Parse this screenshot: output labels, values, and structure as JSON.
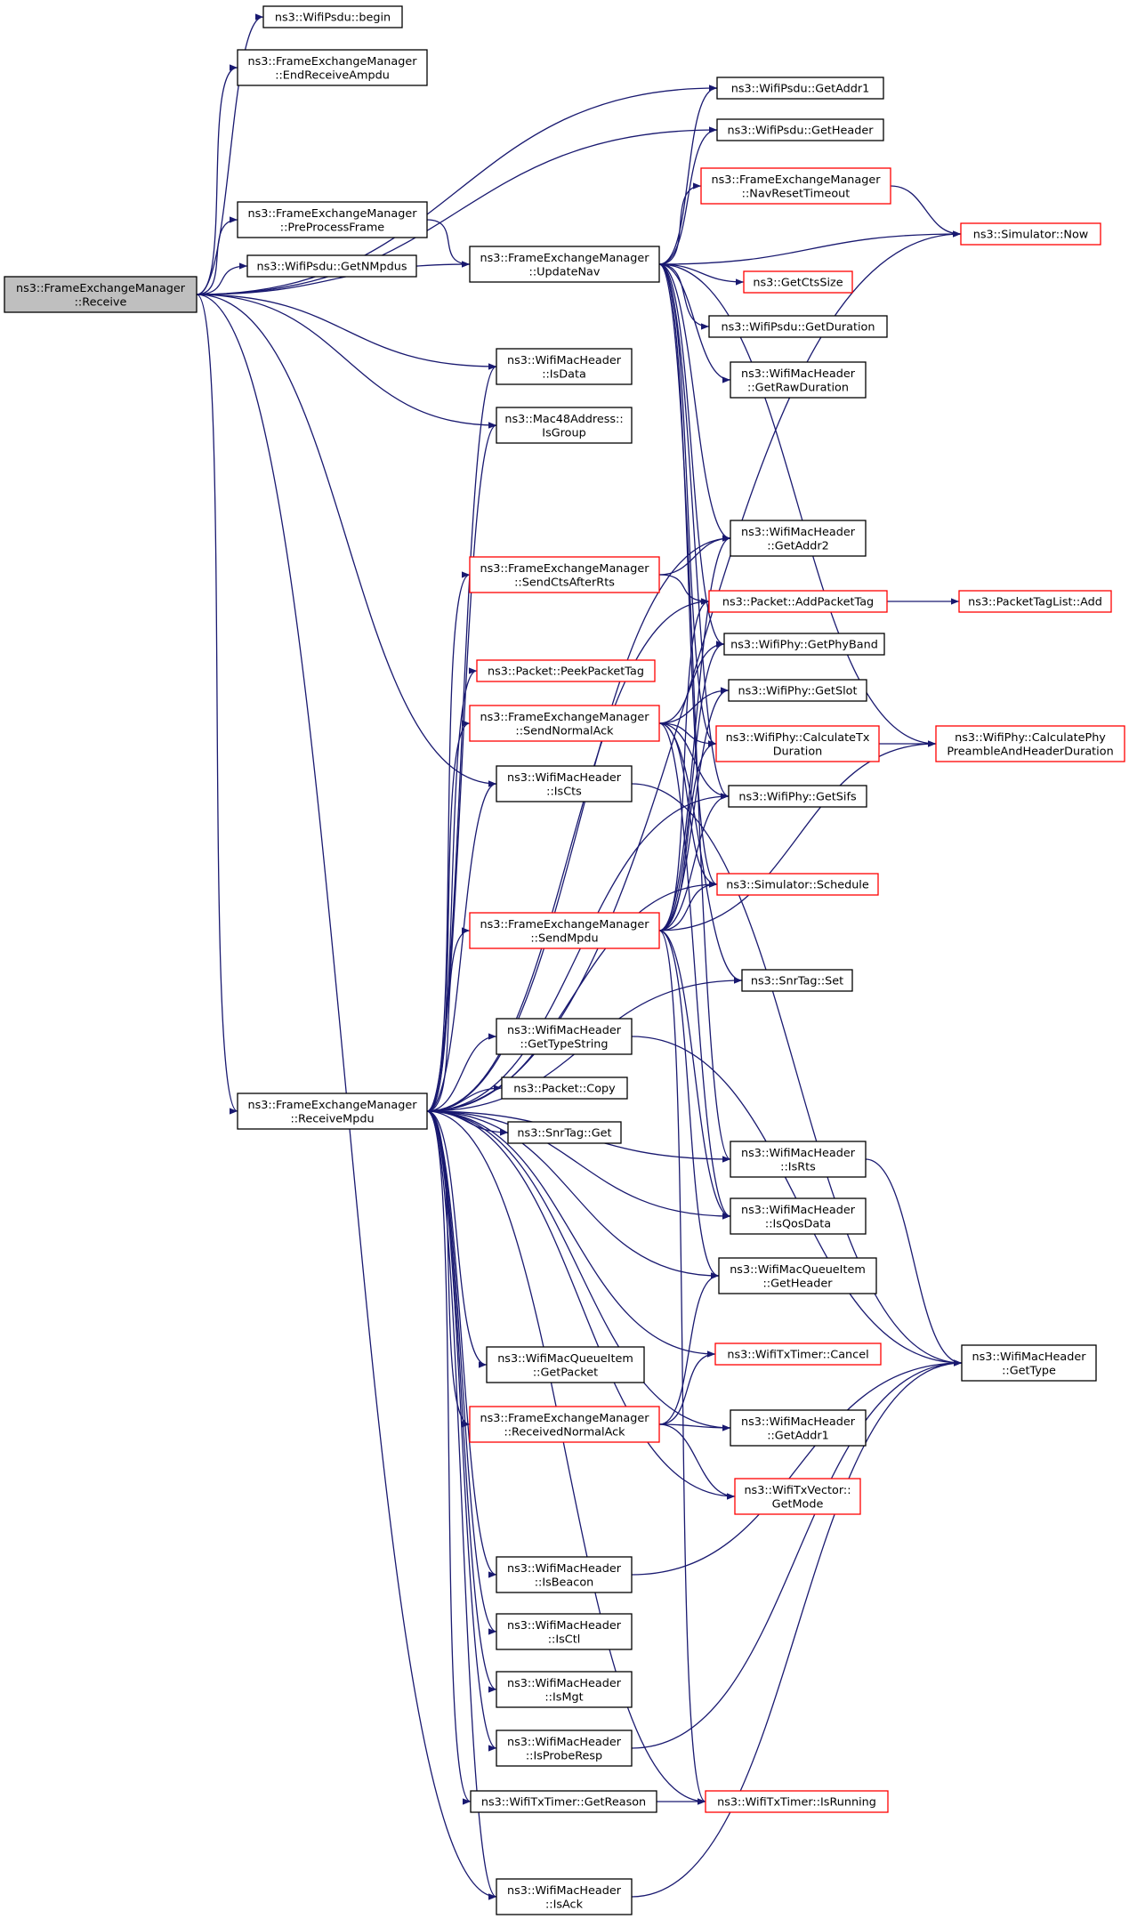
{
  "colors": {
    "edge": "#191970",
    "root_fill": "#bfbfbf",
    "node_fill": "#ffffff",
    "normal_border": "#000000",
    "truncated_border": "#ff0000"
  },
  "nodes": [
    {
      "id": "receive",
      "lines": [
        "ns3::FrameExchangeManager",
        "::Receive"
      ],
      "style": "root"
    },
    {
      "id": "psdu_begin",
      "lines": [
        "ns3::WifiPsdu::begin"
      ],
      "style": "normal"
    },
    {
      "id": "end_ampdu",
      "lines": [
        "ns3::FrameExchangeManager",
        "::EndReceiveAmpdu"
      ],
      "style": "normal"
    },
    {
      "id": "preprocess",
      "lines": [
        "ns3::FrameExchangeManager",
        "::PreProcessFrame"
      ],
      "style": "normal"
    },
    {
      "id": "getnmpdus",
      "lines": [
        "ns3::WifiPsdu::GetNMpdus"
      ],
      "style": "normal"
    },
    {
      "id": "receive_mpdu",
      "lines": [
        "ns3::FrameExchangeManager",
        "::ReceiveMpdu"
      ],
      "style": "normal"
    },
    {
      "id": "psdu_getaddr1",
      "lines": [
        "ns3::WifiPsdu::GetAddr1"
      ],
      "style": "normal"
    },
    {
      "id": "psdu_getheader",
      "lines": [
        "ns3::WifiPsdu::GetHeader"
      ],
      "style": "normal"
    },
    {
      "id": "navreset",
      "lines": [
        "ns3::FrameExchangeManager",
        "::NavResetTimeout"
      ],
      "style": "truncated"
    },
    {
      "id": "updatenav",
      "lines": [
        "ns3::FrameExchangeManager",
        "::UpdateNav"
      ],
      "style": "normal"
    },
    {
      "id": "simnow",
      "lines": [
        "ns3::Simulator::Now"
      ],
      "style": "truncated"
    },
    {
      "id": "getctssize",
      "lines": [
        "ns3::GetCtsSize"
      ],
      "style": "truncated"
    },
    {
      "id": "psdu_getduration",
      "lines": [
        "ns3::WifiPsdu::GetDuration"
      ],
      "style": "normal"
    },
    {
      "id": "getrawduration",
      "lines": [
        "ns3::WifiMacHeader",
        "::GetRawDuration"
      ],
      "style": "normal"
    },
    {
      "id": "isdata",
      "lines": [
        "ns3::WifiMacHeader",
        "::IsData"
      ],
      "style": "normal"
    },
    {
      "id": "isgroup",
      "lines": [
        "ns3::Mac48Address::",
        "IsGroup"
      ],
      "style": "normal"
    },
    {
      "id": "getaddr2",
      "lines": [
        "ns3::WifiMacHeader",
        "::GetAddr2"
      ],
      "style": "normal"
    },
    {
      "id": "sendctsafterrts",
      "lines": [
        "ns3::FrameExchangeManager",
        "::SendCtsAfterRts"
      ],
      "style": "truncated"
    },
    {
      "id": "addpackettag",
      "lines": [
        "ns3::Packet::AddPacketTag"
      ],
      "style": "truncated"
    },
    {
      "id": "ptl_add",
      "lines": [
        "ns3::PacketTagList::Add"
      ],
      "style": "truncated"
    },
    {
      "id": "getphyband",
      "lines": [
        "ns3::WifiPhy::GetPhyBand"
      ],
      "style": "normal"
    },
    {
      "id": "peekpackettag",
      "lines": [
        "ns3::Packet::PeekPacketTag"
      ],
      "style": "truncated"
    },
    {
      "id": "getslot",
      "lines": [
        "ns3::WifiPhy::GetSlot"
      ],
      "style": "normal"
    },
    {
      "id": "sendnormalack",
      "lines": [
        "ns3::FrameExchangeManager",
        "::SendNormalAck"
      ],
      "style": "truncated"
    },
    {
      "id": "calctxduration",
      "lines": [
        "ns3::WifiPhy::CalculateTx",
        "Duration"
      ],
      "style": "truncated"
    },
    {
      "id": "calcphypreamble",
      "lines": [
        "ns3::WifiPhy::CalculatePhy",
        "PreambleAndHeaderDuration"
      ],
      "style": "truncated"
    },
    {
      "id": "iscts",
      "lines": [
        "ns3::WifiMacHeader",
        "::IsCts"
      ],
      "style": "normal"
    },
    {
      "id": "getsifs",
      "lines": [
        "ns3::WifiPhy::GetSifs"
      ],
      "style": "normal"
    },
    {
      "id": "schedule",
      "lines": [
        "ns3::Simulator::Schedule"
      ],
      "style": "truncated"
    },
    {
      "id": "sendmpdu",
      "lines": [
        "ns3::FrameExchangeManager",
        "::SendMpdu"
      ],
      "style": "truncated"
    },
    {
      "id": "snrtag_set",
      "lines": [
        "ns3::SnrTag::Set"
      ],
      "style": "normal"
    },
    {
      "id": "gettypestring",
      "lines": [
        "ns3::WifiMacHeader",
        "::GetTypeString"
      ],
      "style": "normal"
    },
    {
      "id": "packet_copy",
      "lines": [
        "ns3::Packet::Copy"
      ],
      "style": "normal"
    },
    {
      "id": "snrtag_get",
      "lines": [
        "ns3::SnrTag::Get"
      ],
      "style": "normal"
    },
    {
      "id": "isrts",
      "lines": [
        "ns3::WifiMacHeader",
        "::IsRts"
      ],
      "style": "normal"
    },
    {
      "id": "isqosdata",
      "lines": [
        "ns3::WifiMacHeader",
        "::IsQosData"
      ],
      "style": "normal"
    },
    {
      "id": "mqi_getheader",
      "lines": [
        "ns3::WifiMacQueueItem",
        "::GetHeader"
      ],
      "style": "normal"
    },
    {
      "id": "mqi_getpacket",
      "lines": [
        "ns3::WifiMacQueueItem",
        "::GetPacket"
      ],
      "style": "normal"
    },
    {
      "id": "txtimer_cancel",
      "lines": [
        "ns3::WifiTxTimer::Cancel"
      ],
      "style": "truncated"
    },
    {
      "id": "gettype",
      "lines": [
        "ns3::WifiMacHeader",
        "::GetType"
      ],
      "style": "normal"
    },
    {
      "id": "receivednormalack",
      "lines": [
        "ns3::FrameExchangeManager",
        "::ReceivedNormalAck"
      ],
      "style": "truncated"
    },
    {
      "id": "hdr_getaddr1",
      "lines": [
        "ns3::WifiMacHeader",
        "::GetAddr1"
      ],
      "style": "normal"
    },
    {
      "id": "txvector_getmode",
      "lines": [
        "ns3::WifiTxVector::",
        "GetMode"
      ],
      "style": "truncated"
    },
    {
      "id": "isbeacon",
      "lines": [
        "ns3::WifiMacHeader",
        "::IsBeacon"
      ],
      "style": "normal"
    },
    {
      "id": "isctl",
      "lines": [
        "ns3::WifiMacHeader",
        "::IsCtl"
      ],
      "style": "normal"
    },
    {
      "id": "ismgt",
      "lines": [
        "ns3::WifiMacHeader",
        "::IsMgt"
      ],
      "style": "normal"
    },
    {
      "id": "isproberesp",
      "lines": [
        "ns3::WifiMacHeader",
        "::IsProbeResp"
      ],
      "style": "normal"
    },
    {
      "id": "getreason",
      "lines": [
        "ns3::WifiTxTimer::GetReason"
      ],
      "style": "normal"
    },
    {
      "id": "isrunning",
      "lines": [
        "ns3::WifiTxTimer::IsRunning"
      ],
      "style": "truncated"
    },
    {
      "id": "isack",
      "lines": [
        "ns3::WifiMacHeader",
        "::IsAck"
      ],
      "style": "normal"
    }
  ],
  "edges": [
    [
      "receive",
      "psdu_begin"
    ],
    [
      "receive",
      "end_ampdu"
    ],
    [
      "receive",
      "preprocess"
    ],
    [
      "receive",
      "getnmpdus"
    ],
    [
      "receive",
      "receive_mpdu"
    ],
    [
      "receive",
      "psdu_getaddr1"
    ],
    [
      "receive",
      "psdu_getheader"
    ],
    [
      "receive",
      "updatenav"
    ],
    [
      "receive",
      "isdata"
    ],
    [
      "receive",
      "isgroup"
    ],
    [
      "receive",
      "iscts"
    ],
    [
      "receive",
      "isack"
    ],
    [
      "preprocess",
      "updatenav"
    ],
    [
      "updatenav",
      "psdu_getaddr1"
    ],
    [
      "updatenav",
      "psdu_getheader"
    ],
    [
      "updatenav",
      "navreset"
    ],
    [
      "updatenav",
      "simnow"
    ],
    [
      "updatenav",
      "getctssize"
    ],
    [
      "updatenav",
      "psdu_getduration"
    ],
    [
      "updatenav",
      "getrawduration"
    ],
    [
      "updatenav",
      "getaddr2"
    ],
    [
      "updatenav",
      "calctxduration"
    ],
    [
      "updatenav",
      "getsifs"
    ],
    [
      "updatenav",
      "getphyband"
    ],
    [
      "updatenav",
      "schedule"
    ],
    [
      "updatenav",
      "calcphypreamble"
    ],
    [
      "updatenav",
      "isrts"
    ],
    [
      "navreset",
      "simnow"
    ],
    [
      "sendctsafterrts",
      "getaddr2"
    ],
    [
      "sendctsafterrts",
      "addpackettag"
    ],
    [
      "addpackettag",
      "ptl_add"
    ],
    [
      "sendnormalack",
      "getphyband"
    ],
    [
      "sendnormalack",
      "getslot"
    ],
    [
      "sendnormalack",
      "calctxduration"
    ],
    [
      "sendnormalack",
      "getsifs"
    ],
    [
      "sendnormalack",
      "schedule"
    ],
    [
      "sendnormalack",
      "snrtag_set"
    ],
    [
      "sendnormalack",
      "isqosdata"
    ],
    [
      "calctxduration",
      "calcphypreamble"
    ],
    [
      "iscts",
      "gettype"
    ],
    [
      "sendmpdu",
      "getaddr2"
    ],
    [
      "sendmpdu",
      "addpackettag"
    ],
    [
      "sendmpdu",
      "getphyband"
    ],
    [
      "sendmpdu",
      "getslot"
    ],
    [
      "sendmpdu",
      "calctxduration"
    ],
    [
      "sendmpdu",
      "getsifs"
    ],
    [
      "sendmpdu",
      "schedule"
    ],
    [
      "sendmpdu",
      "calcphypreamble"
    ],
    [
      "sendmpdu",
      "mqi_getheader"
    ],
    [
      "sendmpdu",
      "isqosdata"
    ],
    [
      "sendmpdu",
      "isrunning"
    ],
    [
      "gettypestring",
      "gettype"
    ],
    [
      "isrts",
      "gettype"
    ],
    [
      "receivednormalack",
      "mqi_getheader"
    ],
    [
      "receivednormalack",
      "txtimer_cancel"
    ],
    [
      "receivednormalack",
      "hdr_getaddr1"
    ],
    [
      "receivednormalack",
      "txvector_getmode"
    ],
    [
      "isbeacon",
      "gettype"
    ],
    [
      "isproberesp",
      "gettype"
    ],
    [
      "getreason",
      "isrunning"
    ],
    [
      "isack",
      "gettype"
    ],
    [
      "receive_mpdu",
      "isdata"
    ],
    [
      "receive_mpdu",
      "isgroup"
    ],
    [
      "receive_mpdu",
      "getaddr2"
    ],
    [
      "receive_mpdu",
      "sendctsafterrts"
    ],
    [
      "receive_mpdu",
      "addpackettag"
    ],
    [
      "receive_mpdu",
      "peekpackettag"
    ],
    [
      "receive_mpdu",
      "sendnormalack"
    ],
    [
      "receive_mpdu",
      "iscts"
    ],
    [
      "receive_mpdu",
      "getsifs"
    ],
    [
      "receive_mpdu",
      "schedule"
    ],
    [
      "receive_mpdu",
      "sendmpdu"
    ],
    [
      "receive_mpdu",
      "snrtag_set"
    ],
    [
      "receive_mpdu",
      "gettypestring"
    ],
    [
      "receive_mpdu",
      "packet_copy"
    ],
    [
      "receive_mpdu",
      "snrtag_get"
    ],
    [
      "receive_mpdu",
      "isrts"
    ],
    [
      "receive_mpdu",
      "isqosdata"
    ],
    [
      "receive_mpdu",
      "mqi_getheader"
    ],
    [
      "receive_mpdu",
      "mqi_getpacket"
    ],
    [
      "receive_mpdu",
      "txtimer_cancel"
    ],
    [
      "receive_mpdu",
      "receivednormalack"
    ],
    [
      "receive_mpdu",
      "hdr_getaddr1"
    ],
    [
      "receive_mpdu",
      "txvector_getmode"
    ],
    [
      "receive_mpdu",
      "isbeacon"
    ],
    [
      "receive_mpdu",
      "isctl"
    ],
    [
      "receive_mpdu",
      "ismgt"
    ],
    [
      "receive_mpdu",
      "isproberesp"
    ],
    [
      "receive_mpdu",
      "getreason"
    ],
    [
      "receive_mpdu",
      "isrunning"
    ],
    [
      "receive_mpdu",
      "isack"
    ],
    [
      "receive_mpdu",
      "simnow"
    ]
  ]
}
